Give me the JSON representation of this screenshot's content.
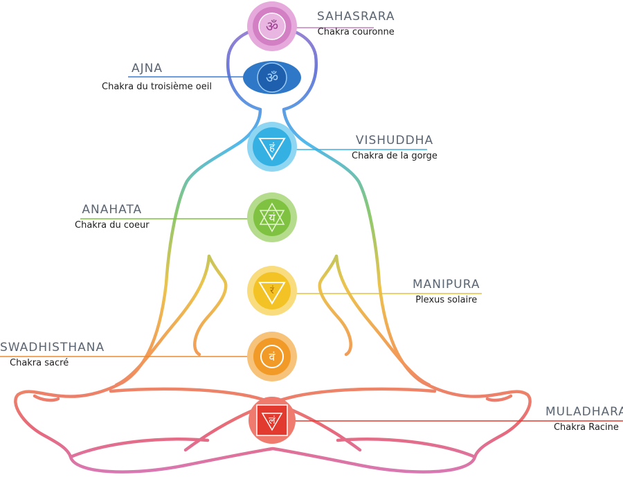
{
  "chakras": [
    {
      "key": "sahasrara",
      "name": "SAHASRARA",
      "subtitle": "Chakra couronne",
      "color": "#d27fc4",
      "symbol": "ॐ"
    },
    {
      "key": "ajna",
      "name": "AJNA",
      "subtitle": "Chakra du troisième oeil",
      "color": "#2f78c8",
      "symbol": "ॐ"
    },
    {
      "key": "vishuddha",
      "name": "VISHUDDHA",
      "subtitle": "Chakra de la gorge",
      "color": "#35b0e3",
      "symbol": "हं"
    },
    {
      "key": "anahata",
      "name": "ANAHATA",
      "subtitle": "Chakra du coeur",
      "color": "#7fc241",
      "symbol": "यं"
    },
    {
      "key": "manipura",
      "name": "MANIPURA",
      "subtitle": "Plexus solaire",
      "color": "#f3c326",
      "symbol": "रं"
    },
    {
      "key": "swadhisthana",
      "name": "SWADHISTHANA",
      "subtitle": "Chakra sacré",
      "color": "#f29a28",
      "symbol": "वं"
    },
    {
      "key": "muladhara",
      "name": "MULADHARA",
      "subtitle": "Chakra Racine",
      "color": "#e23a2e",
      "symbol": "लं"
    }
  ]
}
